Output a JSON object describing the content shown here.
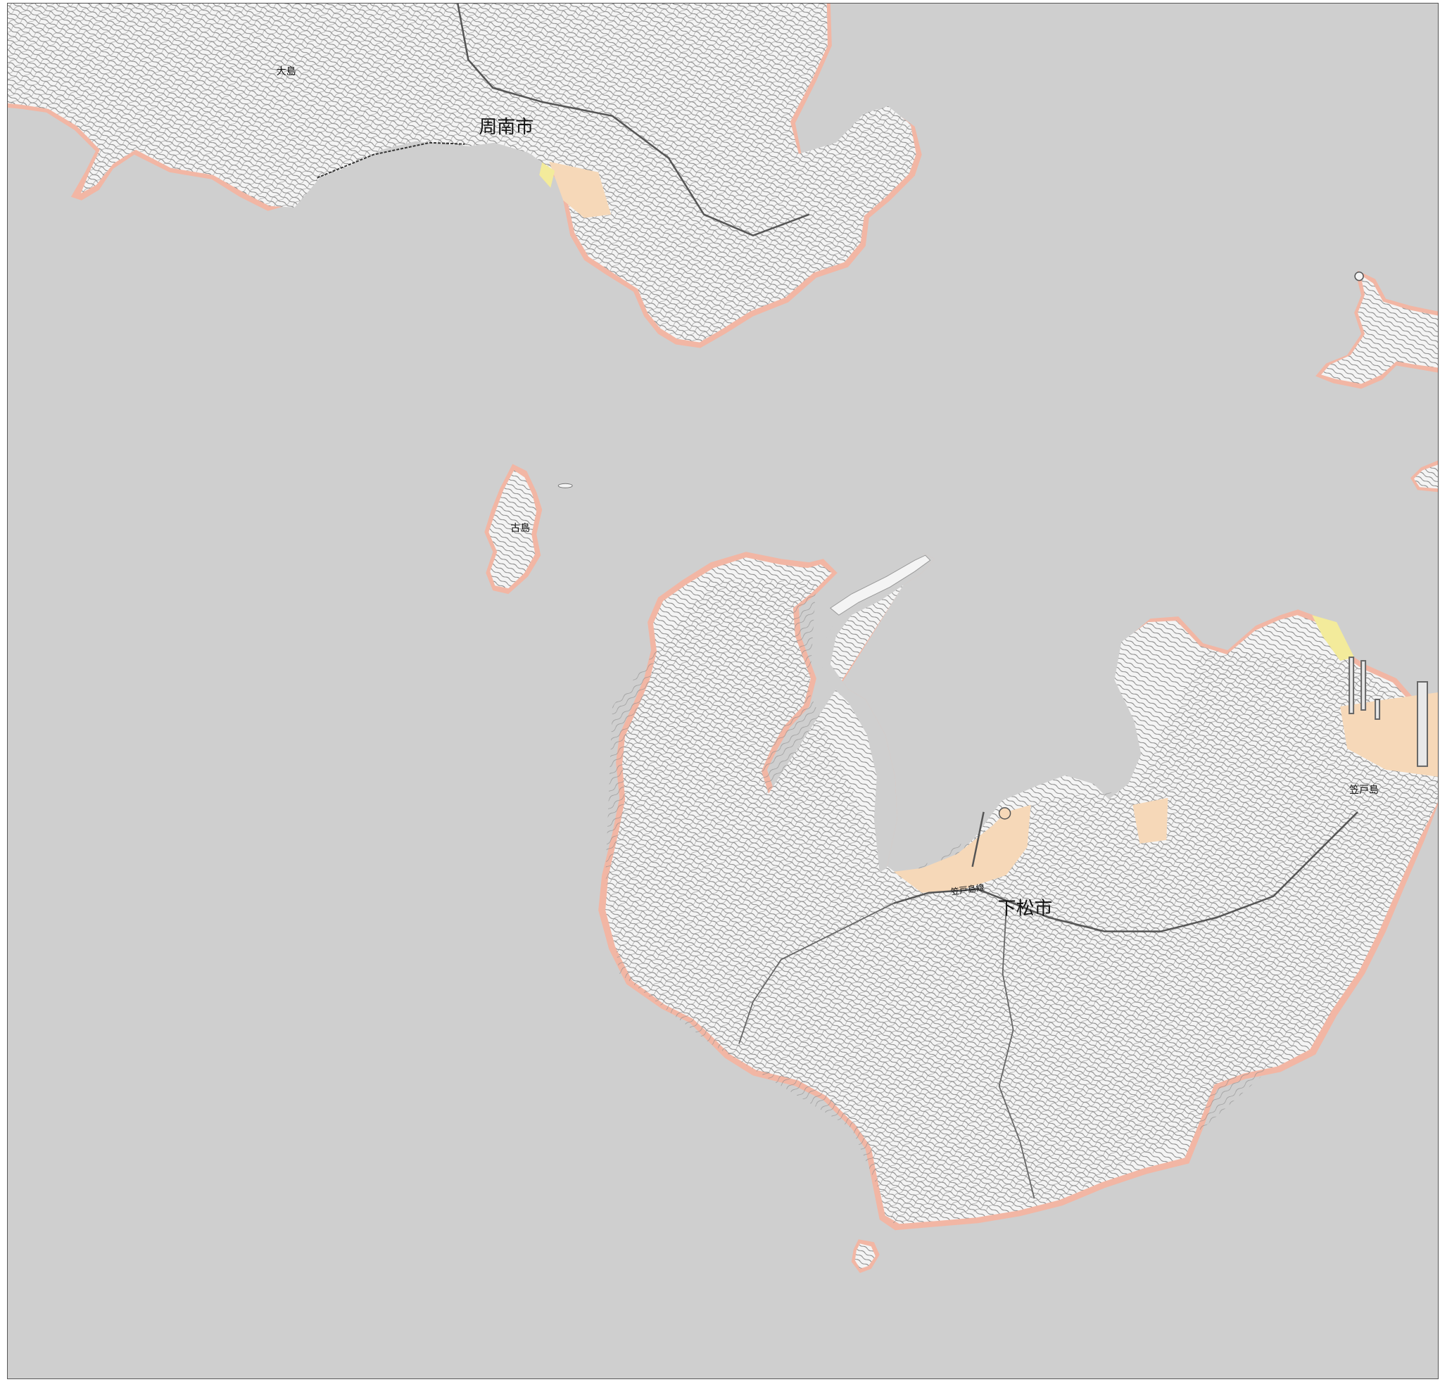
{
  "map": {
    "colors": {
      "sea": "#cfcfcf",
      "land": "#f4f4f4",
      "coast_fringe": "#f2b6a4",
      "contour": "#7a7a7a",
      "flat_land": "#f6d8b8",
      "yellow_zone": "#f3eb9b",
      "border": "#555555"
    },
    "places": {
      "shunan": "周南市",
      "oshima": "大島",
      "furushima": "古島",
      "kudamatsu": "下松市",
      "kasadojima": "笠戸島",
      "kasadojima_line": "笠戸島線"
    }
  }
}
